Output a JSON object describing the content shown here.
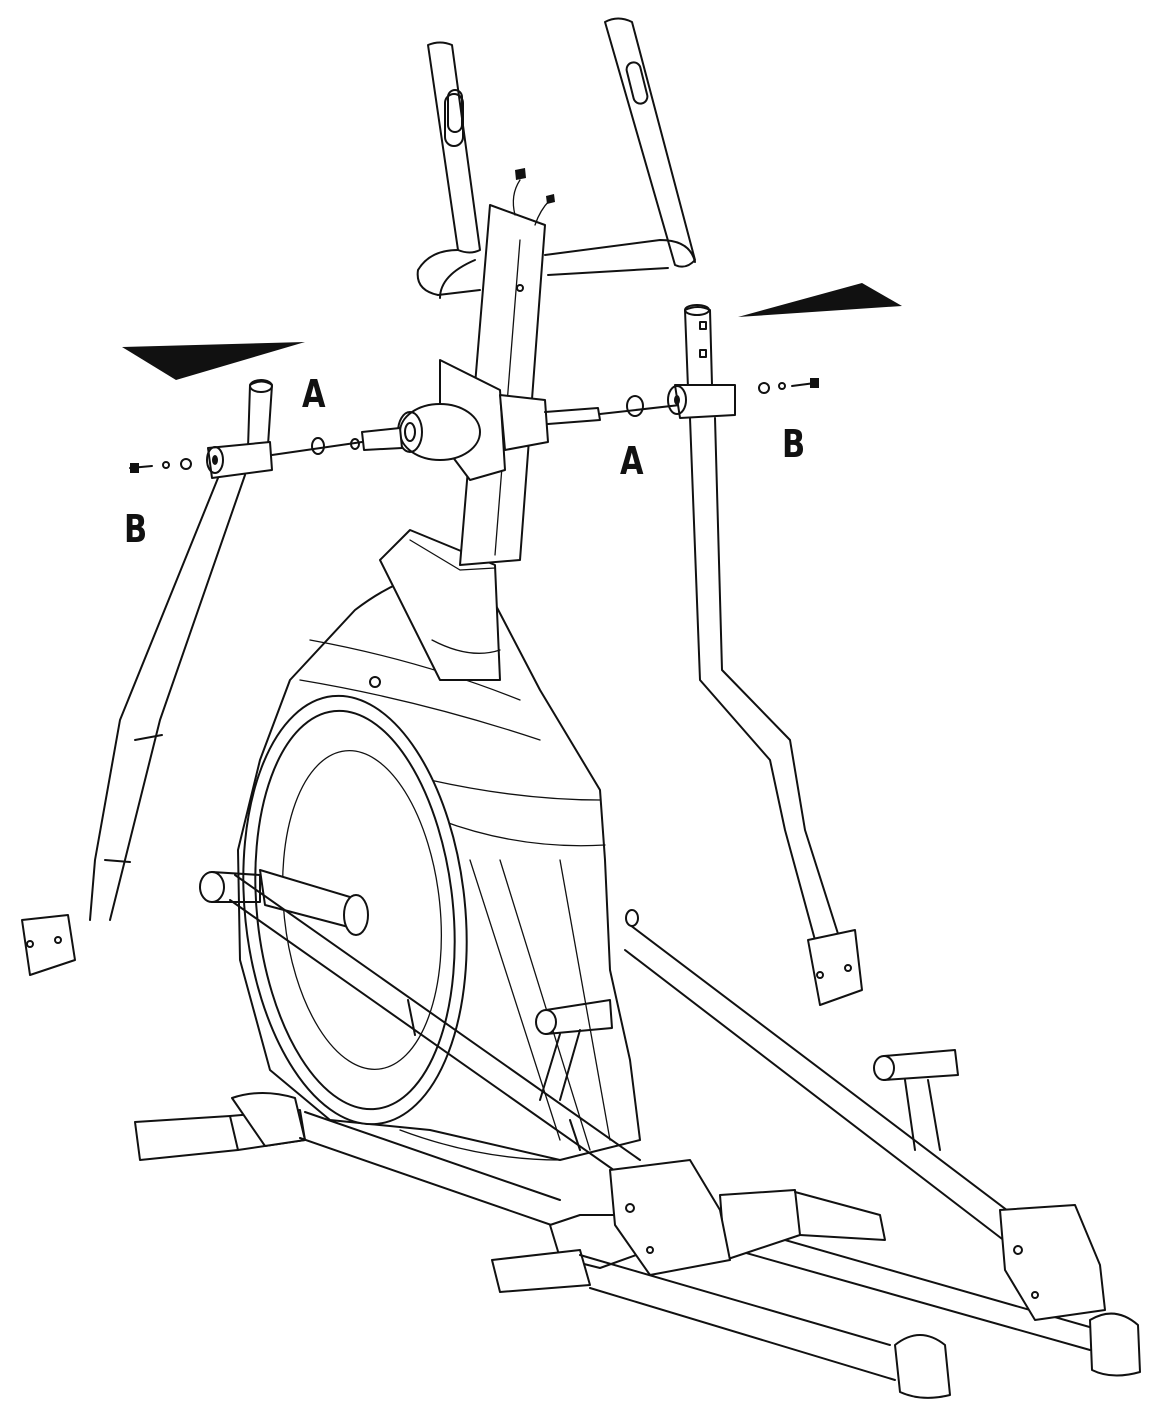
{
  "callouts": {
    "a_left": "A",
    "a_right": "A",
    "b_left": "B",
    "b_right": "B"
  },
  "colors": {
    "line": "#111111",
    "background": "#ffffff"
  }
}
